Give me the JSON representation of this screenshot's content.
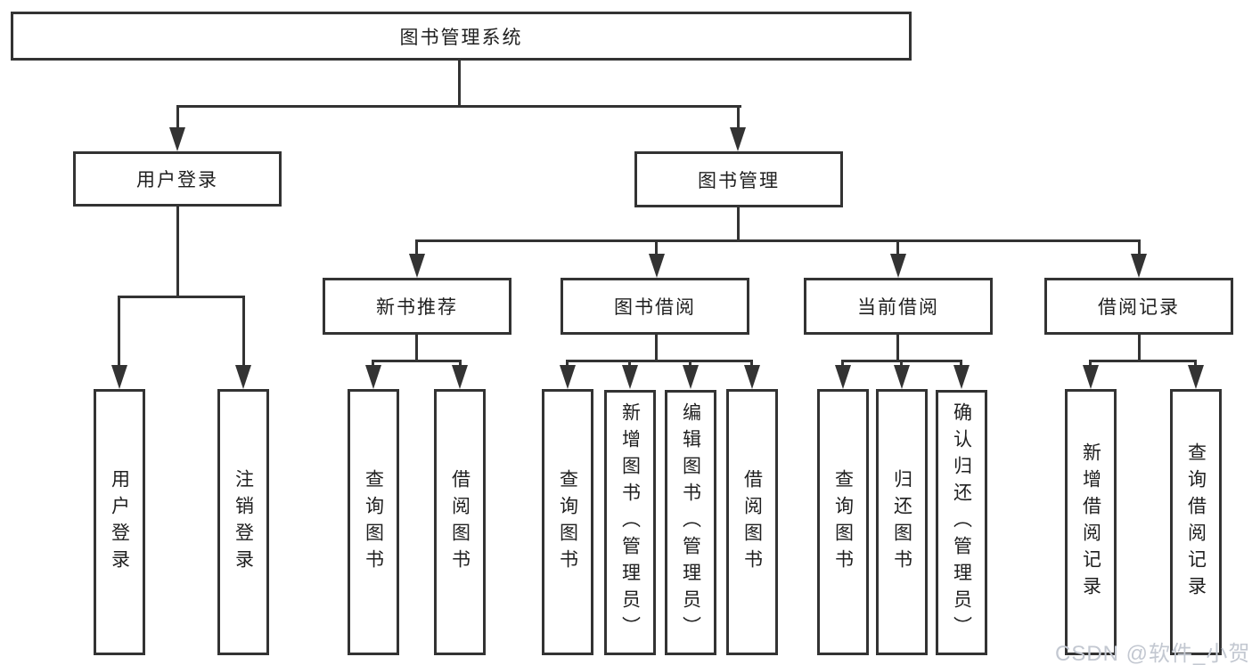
{
  "diagram": {
    "root": "图书管理系统",
    "user_login": {
      "label": "用户登录",
      "children": [
        "用户登录",
        "注销登录"
      ]
    },
    "book_mgmt": {
      "label": "图书管理",
      "children": [
        {
          "label": "新书推荐",
          "children": [
            "查询图书",
            "借阅图书"
          ]
        },
        {
          "label": "图书借阅",
          "children": [
            "查询图书",
            "新增图书（管理员）",
            "编辑图书（管理员）",
            "借阅图书"
          ]
        },
        {
          "label": "当前借阅",
          "children": [
            "查询图书",
            "归还图书",
            "确认归还（管理员）"
          ]
        },
        {
          "label": "借阅记录",
          "children": [
            "新增借阅记录",
            "查询借阅记录"
          ]
        }
      ]
    }
  },
  "watermark": "CSDN @软件_小贺同学",
  "colors": {
    "line": "#333333",
    "background": "#ffffff",
    "text": "#1f1f1f",
    "watermark": "#c3c8d1"
  }
}
